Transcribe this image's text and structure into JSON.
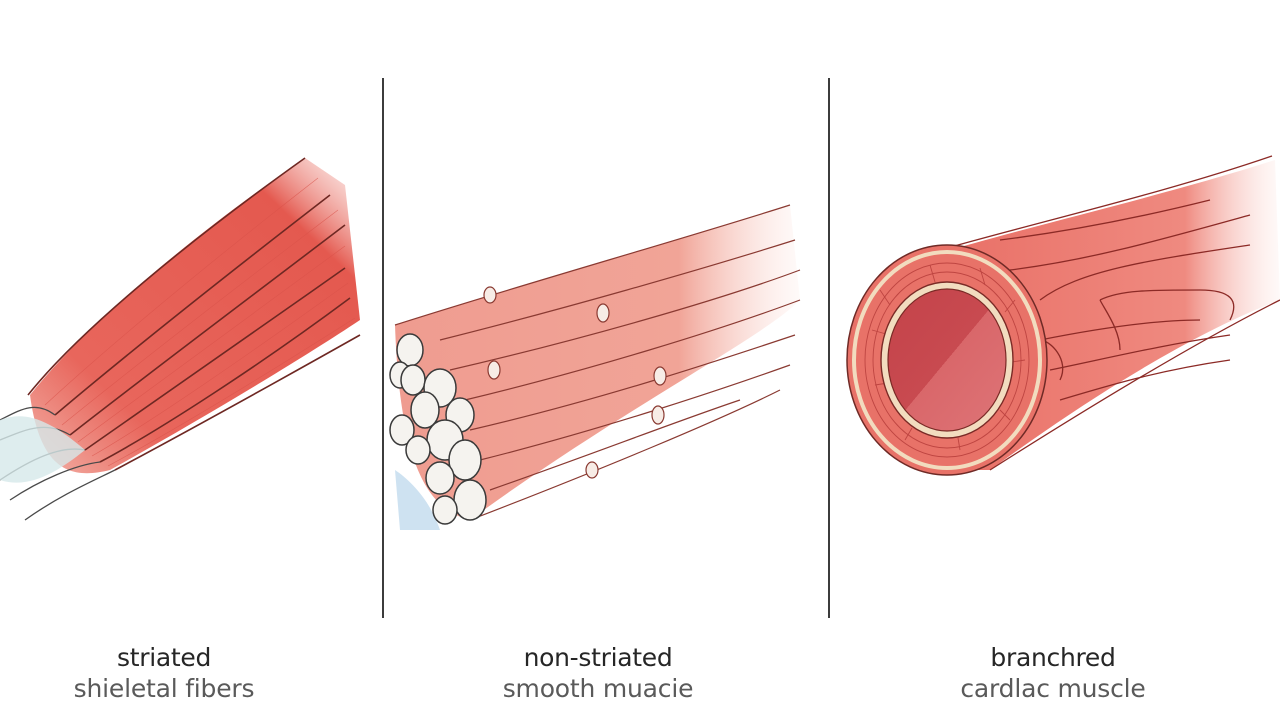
{
  "figure": {
    "panels": [
      {
        "id": "skeletal",
        "title": "striated",
        "subtitle": "shieletal fibers",
        "colors": {
          "fill": "#e8665c",
          "outline": "#7a2a26",
          "tendon": "#cfe3e6"
        }
      },
      {
        "id": "smooth",
        "title": "non-striated",
        "subtitle": "smooth muacie",
        "colors": {
          "fill": "#f1a094",
          "outline": "#8a3a32",
          "cells": "#f5f3ef",
          "tendon": "#c9dff0"
        }
      },
      {
        "id": "cardiac",
        "title": "branchred",
        "subtitle": "cardlac muscle",
        "colors": {
          "fill": "#ec7b70",
          "outline": "#8c2a26",
          "lumen": "#c8454a",
          "ring": "#f2dcbf"
        }
      }
    ]
  }
}
